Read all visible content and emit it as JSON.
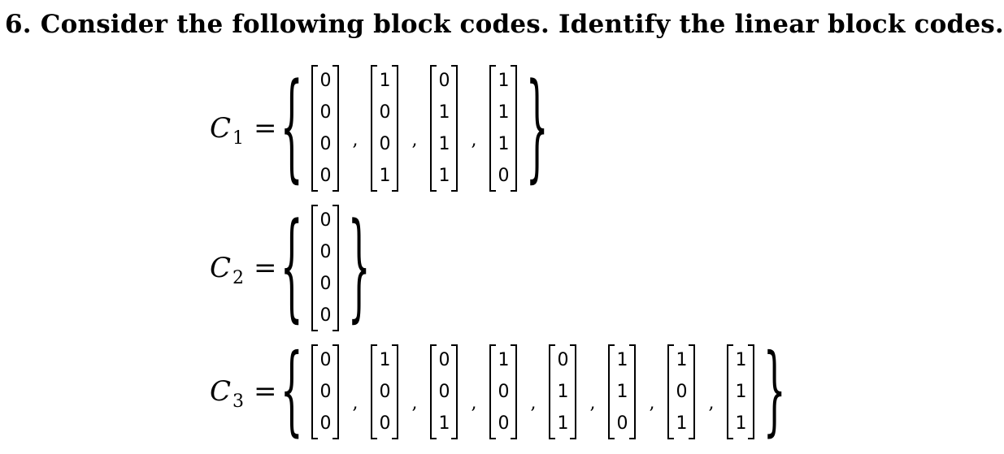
{
  "question": "6. Consider the following block codes. Identify the linear block codes.",
  "codes": [
    {
      "name": "C",
      "sub": "1",
      "eq": "=",
      "vectors": [
        [
          "0",
          "0",
          "0",
          "0"
        ],
        [
          "1",
          "0",
          "0",
          "1"
        ],
        [
          "0",
          "1",
          "1",
          "1"
        ],
        [
          "1",
          "1",
          "1",
          "0"
        ]
      ]
    },
    {
      "name": "C",
      "sub": "2",
      "eq": "=",
      "vectors": [
        [
          "0",
          "0",
          "0",
          "0"
        ]
      ]
    },
    {
      "name": "C",
      "sub": "3",
      "eq": "=",
      "vectors": [
        [
          "0",
          "0",
          "0"
        ],
        [
          "1",
          "0",
          "0"
        ],
        [
          "0",
          "0",
          "1"
        ],
        [
          "1",
          "0",
          "0"
        ],
        [
          "0",
          "1",
          "1"
        ],
        [
          "1",
          "1",
          "0"
        ],
        [
          "1",
          "0",
          "1"
        ],
        [
          "1",
          "1",
          "1"
        ]
      ]
    }
  ],
  "symbols": {
    "open_brace": "{",
    "close_brace": "}",
    "comma": ","
  }
}
